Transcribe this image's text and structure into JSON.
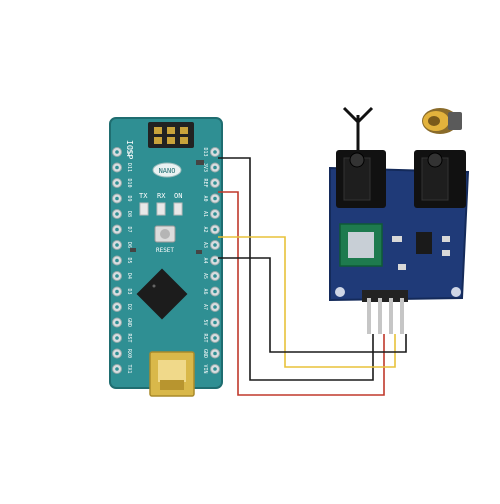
{
  "nano_board": {
    "header_label": "ICSP",
    "model_label": "NANO",
    "reset_label": "RESET",
    "led_labels": [
      "TX",
      "RX",
      "ON"
    ],
    "left_pin_labels": [
      "D12",
      "D11",
      "D10",
      "D9",
      "D8",
      "D7",
      "D6",
      "D5",
      "D4",
      "D3",
      "D2",
      "GND",
      "RST",
      "RX0",
      "TX1"
    ],
    "right_pin_labels": [
      "D13",
      "3V3",
      "REF",
      "A0",
      "A1",
      "A2",
      "A3",
      "A4",
      "A5",
      "A6",
      "A7",
      "5V",
      "RST",
      "GND",
      "VIN"
    ],
    "board_color": "#2f8f93",
    "usb_color": "#d9b84a"
  },
  "radio_module": {
    "board_color": "#1f3a78",
    "chip_color": "#1e7a4e",
    "pin_count": 4
  },
  "icons": {
    "antenna": "antenna-icon",
    "speaker": "speaker-icon"
  },
  "wire_colors": {
    "black": "#1a1a1a",
    "red": "#c0392b",
    "yellow": "#e8c23a"
  }
}
